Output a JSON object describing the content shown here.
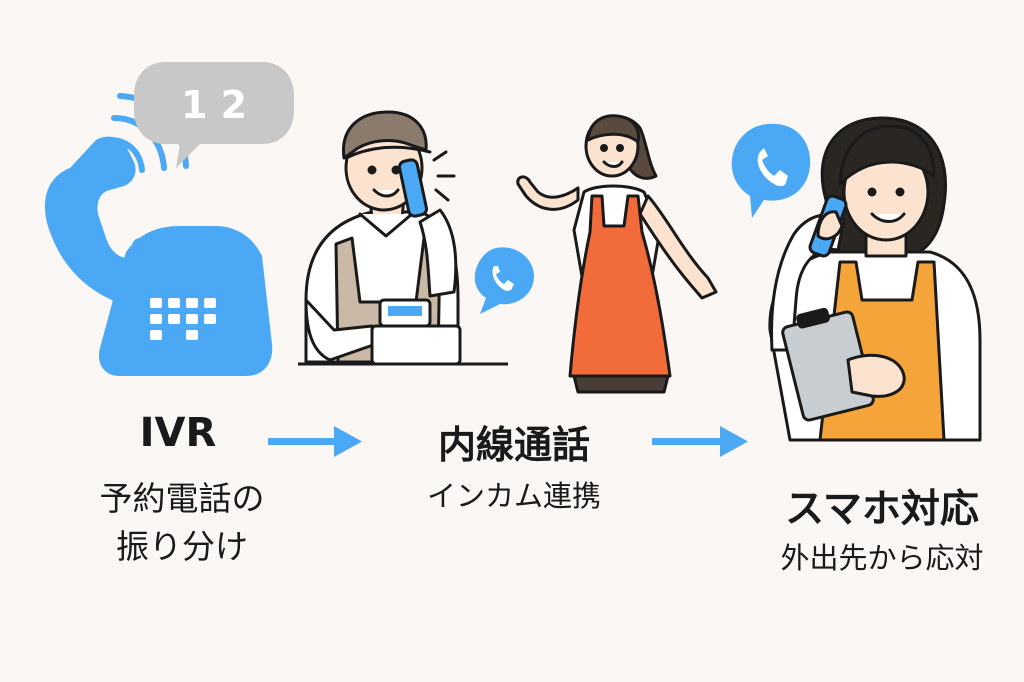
{
  "ivr_bubble": {
    "digits": "1 2"
  },
  "steps": [
    {
      "title": "IVR",
      "subtitle_line1": "予約電話の",
      "subtitle_line2": "振り分け"
    },
    {
      "title": "内線通話",
      "subtitle": "インカム連携"
    },
    {
      "title": "スマホ対応",
      "subtitle": "外出先から応対"
    }
  ],
  "colors": {
    "accent_blue": "#4aa8f5",
    "arrow_blue": "#4aa8f5",
    "apron_orange": "#f26b3a",
    "apron_yellow": "#f5a43a",
    "apron_beige": "#c9b9a6",
    "bubble_gray": "#c8c8c8",
    "background": "#faf7f4"
  },
  "icons": [
    "telephone-icon",
    "phone-speech-bubble-icon",
    "right-arrow-icon",
    "clipboard-icon",
    "cash-register-icon"
  ]
}
